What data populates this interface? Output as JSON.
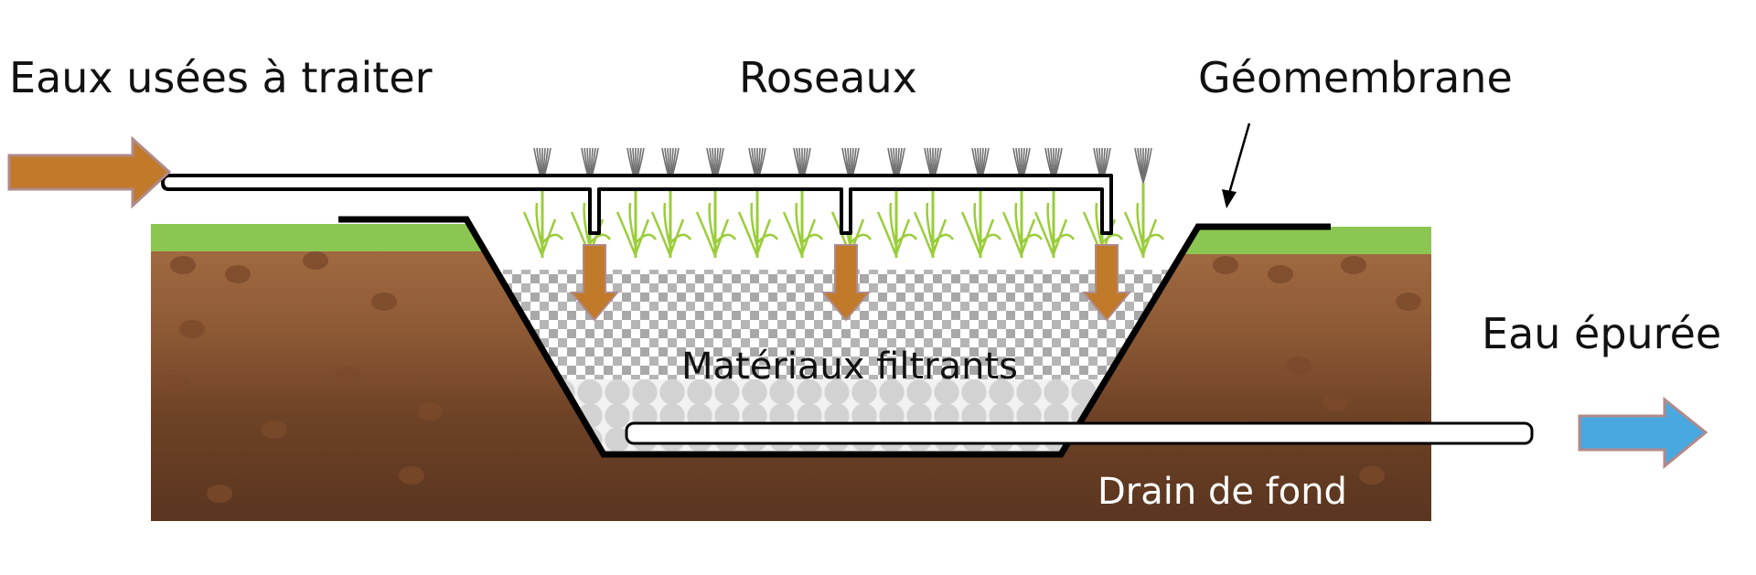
{
  "labels": {
    "inflow": "Eaux usées à traiter",
    "reeds": "Roseaux",
    "geomembrane": "Géomembrane",
    "outflow": "Eau épurée",
    "filter_media": "Matériaux filtrants",
    "bottom_drain": "Drain de fond"
  },
  "colors": {
    "inflow_arrow": "#c07a2a",
    "outflow_arrow": "#4aa8e0",
    "grass": "#8cc652",
    "soil": "#8a5a36",
    "gravel": "#a8a8a8"
  }
}
